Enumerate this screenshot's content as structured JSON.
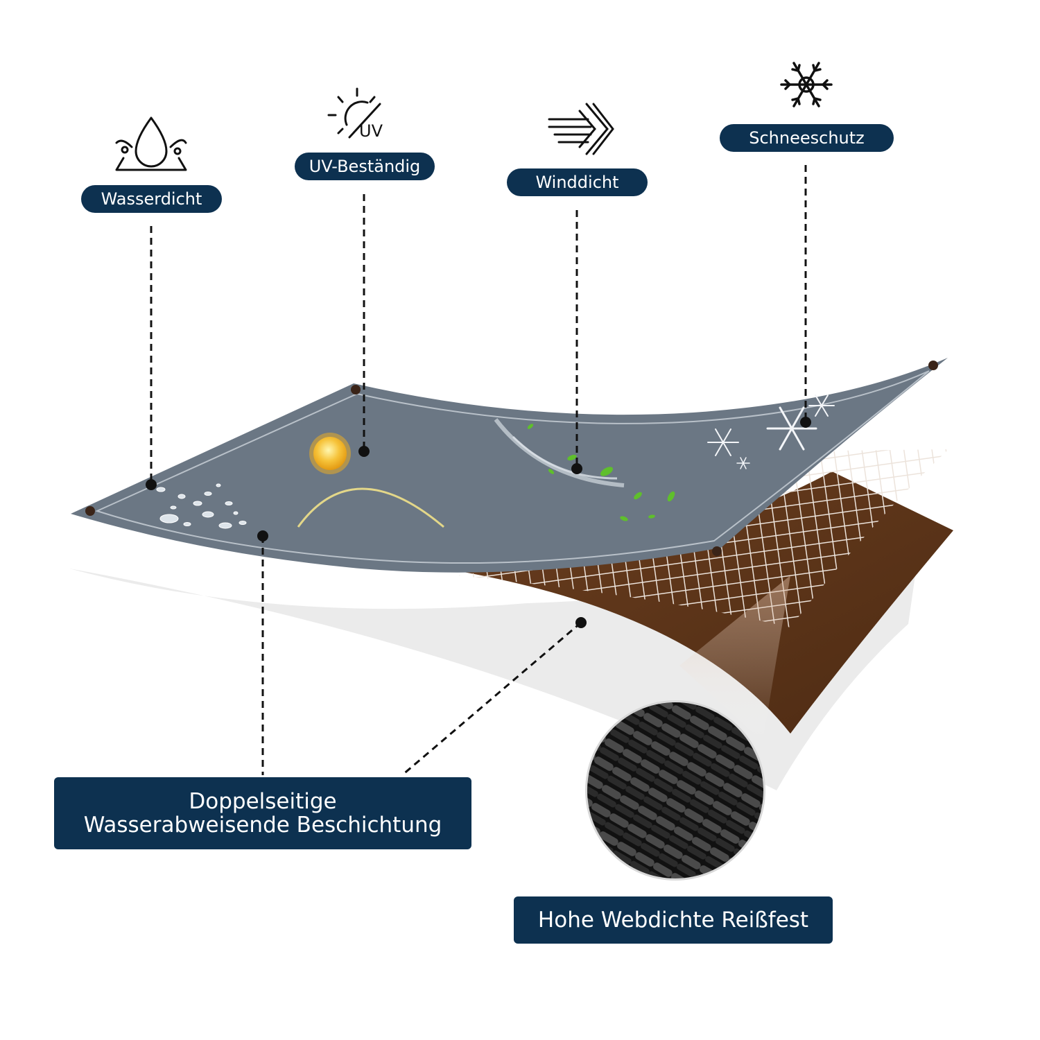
{
  "features": {
    "waterproof": {
      "label": "Wasserdicht",
      "icon": "water-drop-icon"
    },
    "uv": {
      "label": "UV-Beständig",
      "icon": "sun-uv-icon",
      "icon_text": "UV"
    },
    "wind": {
      "label": "Winddicht",
      "icon": "wind-icon"
    },
    "snow": {
      "label": "Schneeschutz",
      "icon": "snowflake-icon"
    }
  },
  "callouts": {
    "coating": {
      "line1": "Doppelseitige",
      "line2": "Wasserabweisende Beschichtung"
    },
    "weave": {
      "label": "Hohe Webdichte Reißfest"
    }
  },
  "colors": {
    "label_bg": "#0d3150",
    "tarp_top": "#6b7784",
    "tarp_back": "#55321a",
    "grid": "#e8dcd2"
  }
}
